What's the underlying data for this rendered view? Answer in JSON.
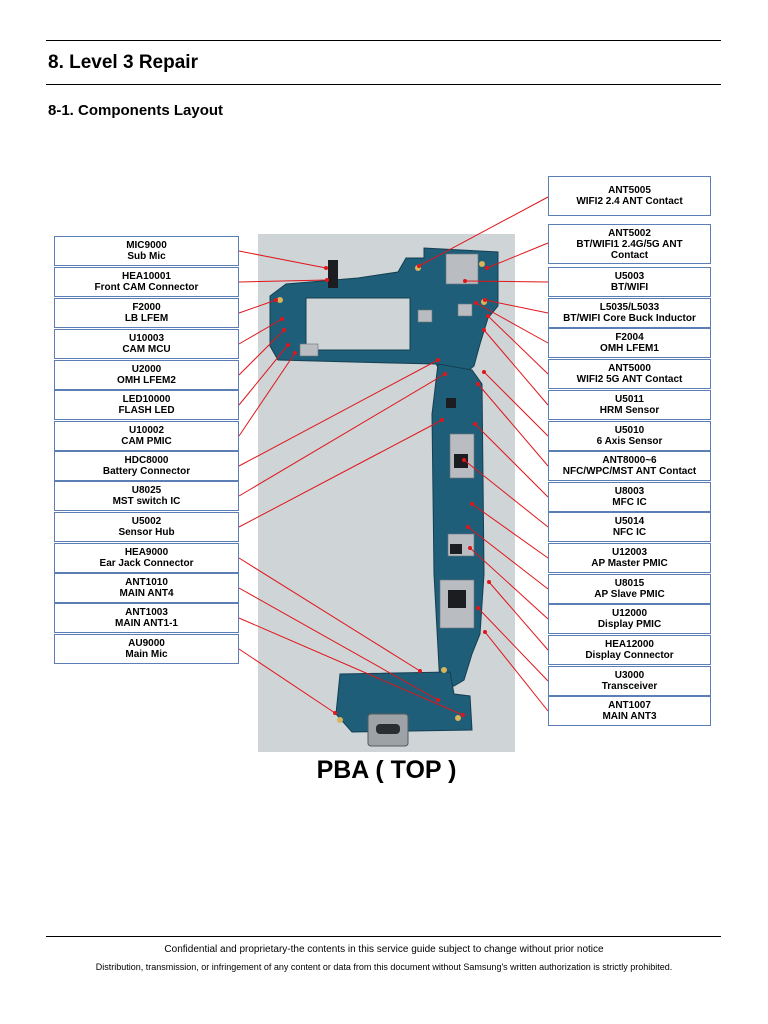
{
  "heading": {
    "title": "8. Level 3 Repair",
    "subtitle": "8-1. Components Layout"
  },
  "left_labels": [
    {
      "ref": "MIC9000",
      "desc": "Sub Mic"
    },
    {
      "ref": "HEA10001",
      "desc": "Front CAM Connector"
    },
    {
      "ref": "F2000",
      "desc": "LB LFEM"
    },
    {
      "ref": "U10003",
      "desc": "CAM MCU"
    },
    {
      "ref": "U2000",
      "desc": "OMH LFEM2"
    },
    {
      "ref": "LED10000",
      "desc": "FLASH LED"
    },
    {
      "ref": "U10002",
      "desc": "CAM PMIC"
    },
    {
      "ref": "HDC8000",
      "desc": "Battery Connector"
    },
    {
      "ref": "U8025",
      "desc": "MST switch IC"
    },
    {
      "ref": "U5002",
      "desc": "Sensor Hub"
    },
    {
      "ref": "HEA9000",
      "desc": "Ear Jack Connector"
    },
    {
      "ref": "ANT1010",
      "desc": "MAIN ANT4"
    },
    {
      "ref": "ANT1003",
      "desc": "MAIN ANT1-1"
    },
    {
      "ref": "AU9000",
      "desc": "Main Mic"
    }
  ],
  "right_labels": [
    {
      "ref": "ANT5005",
      "desc": "WIFI2 2.4 ANT Contact"
    },
    {
      "ref": "ANT5002",
      "desc": "BT/WIFI1 2.4G/5G ANT",
      "desc2": "Contact"
    },
    {
      "ref": "U5003",
      "desc": "BT/WIFI"
    },
    {
      "ref": "L5035/L5033",
      "desc": "BT/WIFI Core Buck Inductor"
    },
    {
      "ref": "F2004",
      "desc": "OMH LFEM1"
    },
    {
      "ref": "ANT5000",
      "desc": "WIFI2 5G ANT Contact"
    },
    {
      "ref": "U5011",
      "desc": "HRM Sensor"
    },
    {
      "ref": "U5010",
      "desc": "6 Axis Sensor"
    },
    {
      "ref": "ANT8000~6",
      "desc": "NFC/WPC/MST ANT Contact"
    },
    {
      "ref": "U8003",
      "desc": "MFC IC"
    },
    {
      "ref": "U5014",
      "desc": "NFC IC"
    },
    {
      "ref": "U12003",
      "desc": "AP Master PMIC"
    },
    {
      "ref": "U8015",
      "desc": "AP Slave PMIC"
    },
    {
      "ref": "U12000",
      "desc": "Display PMIC"
    },
    {
      "ref": "HEA12000",
      "desc": "Display Connector"
    },
    {
      "ref": "U3000",
      "desc": "Transceiver"
    },
    {
      "ref": "ANT1007",
      "desc": "MAIN ANT3"
    }
  ],
  "photo": {
    "caption": "PBA ( TOP )"
  },
  "footer": {
    "line1": "Confidential and proprietary-the contents in this service guide subject to change without prior notice",
    "line2": "Distribution, transmission, or infringement of any content or data from this document without Samsung's written authorization is strictly prohibited."
  },
  "colors": {
    "label_border": "#5b7fb5",
    "leader_line": "#e0161b",
    "board_green": "#1f5e78",
    "board_background": "#cfd4d7"
  }
}
